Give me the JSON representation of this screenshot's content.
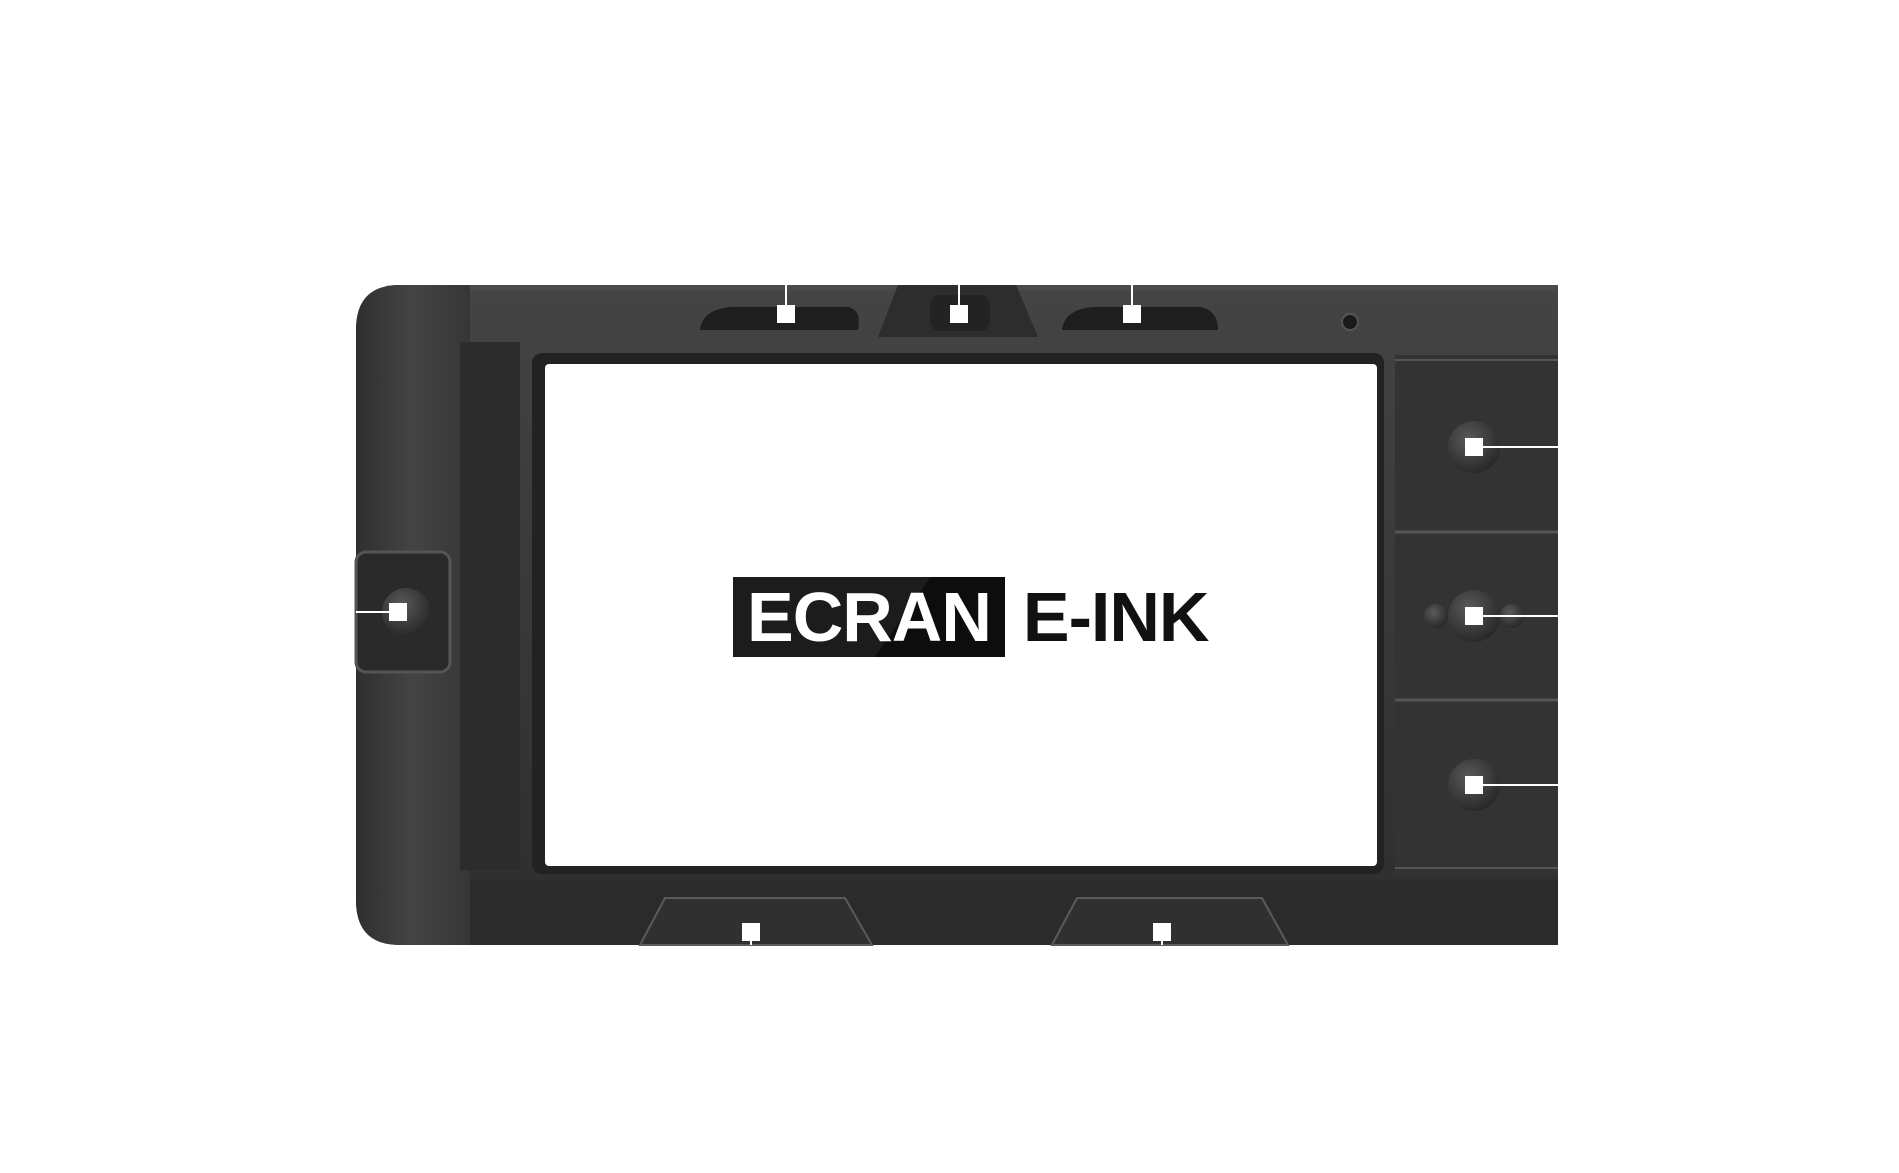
{
  "logo": {
    "boxed_text": "ECRAN",
    "plain_text": "E-INK"
  },
  "colors": {
    "device_body": "#3a3a3a",
    "device_dark": "#262626",
    "screen": "#ffffff",
    "marker": "#ffffff",
    "logo_box": "#1c1c1c"
  },
  "callout_markers": [
    {
      "id": "top-left-slot",
      "icon": "square-marker"
    },
    {
      "id": "top-center-camera",
      "icon": "square-marker"
    },
    {
      "id": "top-right-slot",
      "icon": "square-marker"
    },
    {
      "id": "right-button-1",
      "icon": "square-marker"
    },
    {
      "id": "right-button-2",
      "icon": "square-marker"
    },
    {
      "id": "right-button-3",
      "icon": "square-marker"
    },
    {
      "id": "left-button",
      "icon": "square-marker"
    },
    {
      "id": "bottom-left-button",
      "icon": "square-marker"
    },
    {
      "id": "bottom-right-button",
      "icon": "square-marker"
    }
  ]
}
